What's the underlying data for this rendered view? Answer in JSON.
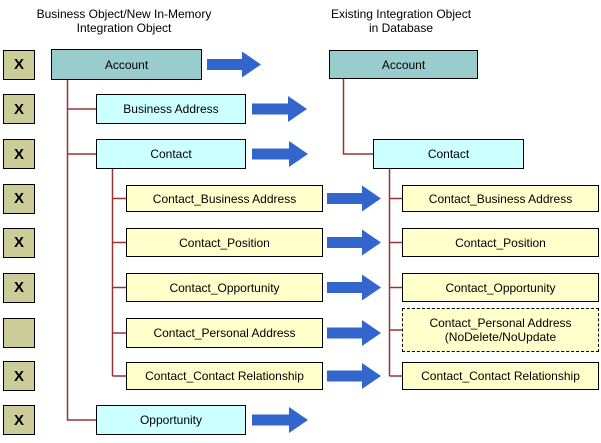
{
  "colors": {
    "teal_box": "#99CCCC",
    "cyan_box": "#CCFFFF",
    "yellow_box": "#FFFFCC",
    "x_box": "#CCCC99",
    "arrow": "#3366CC",
    "connector": "#993333"
  },
  "headers": {
    "left": {
      "line1": "Business Object/New In-Memory",
      "line2": "Integration Object"
    },
    "right": {
      "line1": "Existing Integration Object",
      "line2": "in Database"
    }
  },
  "rows": [
    {
      "name": "account",
      "x_mark": "X",
      "left_label": "Account",
      "box_style": "teal",
      "has_right_box": true,
      "right_dashed": false,
      "right_label_lines": [
        "Account"
      ]
    },
    {
      "name": "business-address",
      "x_mark": "X",
      "left_label": "Business Address",
      "box_style": "cyan",
      "has_right_box": false,
      "right_dashed": false,
      "right_label_lines": []
    },
    {
      "name": "contact",
      "x_mark": "X",
      "left_label": "Contact",
      "box_style": "cyan",
      "has_right_box": true,
      "right_dashed": false,
      "right_label_lines": [
        "Contact"
      ]
    },
    {
      "name": "contact-business-address",
      "x_mark": "X",
      "left_label": "Contact_Business Address",
      "box_style": "yellow",
      "has_right_box": true,
      "right_dashed": false,
      "right_label_lines": [
        "Contact_Business Address"
      ]
    },
    {
      "name": "contact-position",
      "x_mark": "X",
      "left_label": "Contact_Position",
      "box_style": "yellow",
      "has_right_box": true,
      "right_dashed": false,
      "right_label_lines": [
        "Contact_Position"
      ]
    },
    {
      "name": "contact-opportunity",
      "x_mark": "X",
      "left_label": "Contact_Opportunity",
      "box_style": "yellow",
      "has_right_box": true,
      "right_dashed": false,
      "right_label_lines": [
        "Contact_Opportunity"
      ]
    },
    {
      "name": "contact-personal-address",
      "x_mark": "",
      "left_label": "Contact_Personal Address",
      "box_style": "yellow",
      "has_right_box": true,
      "right_dashed": true,
      "right_label_lines": [
        "Contact_Personal Address",
        "(NoDelete/NoUpdate"
      ]
    },
    {
      "name": "contact-contact-relationship",
      "x_mark": "X",
      "left_label": "Contact_Contact Relationship",
      "box_style": "yellow",
      "has_right_box": true,
      "right_dashed": false,
      "right_label_lines": [
        "Contact_Contact Relationship"
      ]
    },
    {
      "name": "opportunity",
      "x_mark": "X",
      "left_label": "Opportunity",
      "box_style": "cyan",
      "has_right_box": false,
      "right_dashed": false,
      "right_label_lines": []
    }
  ]
}
